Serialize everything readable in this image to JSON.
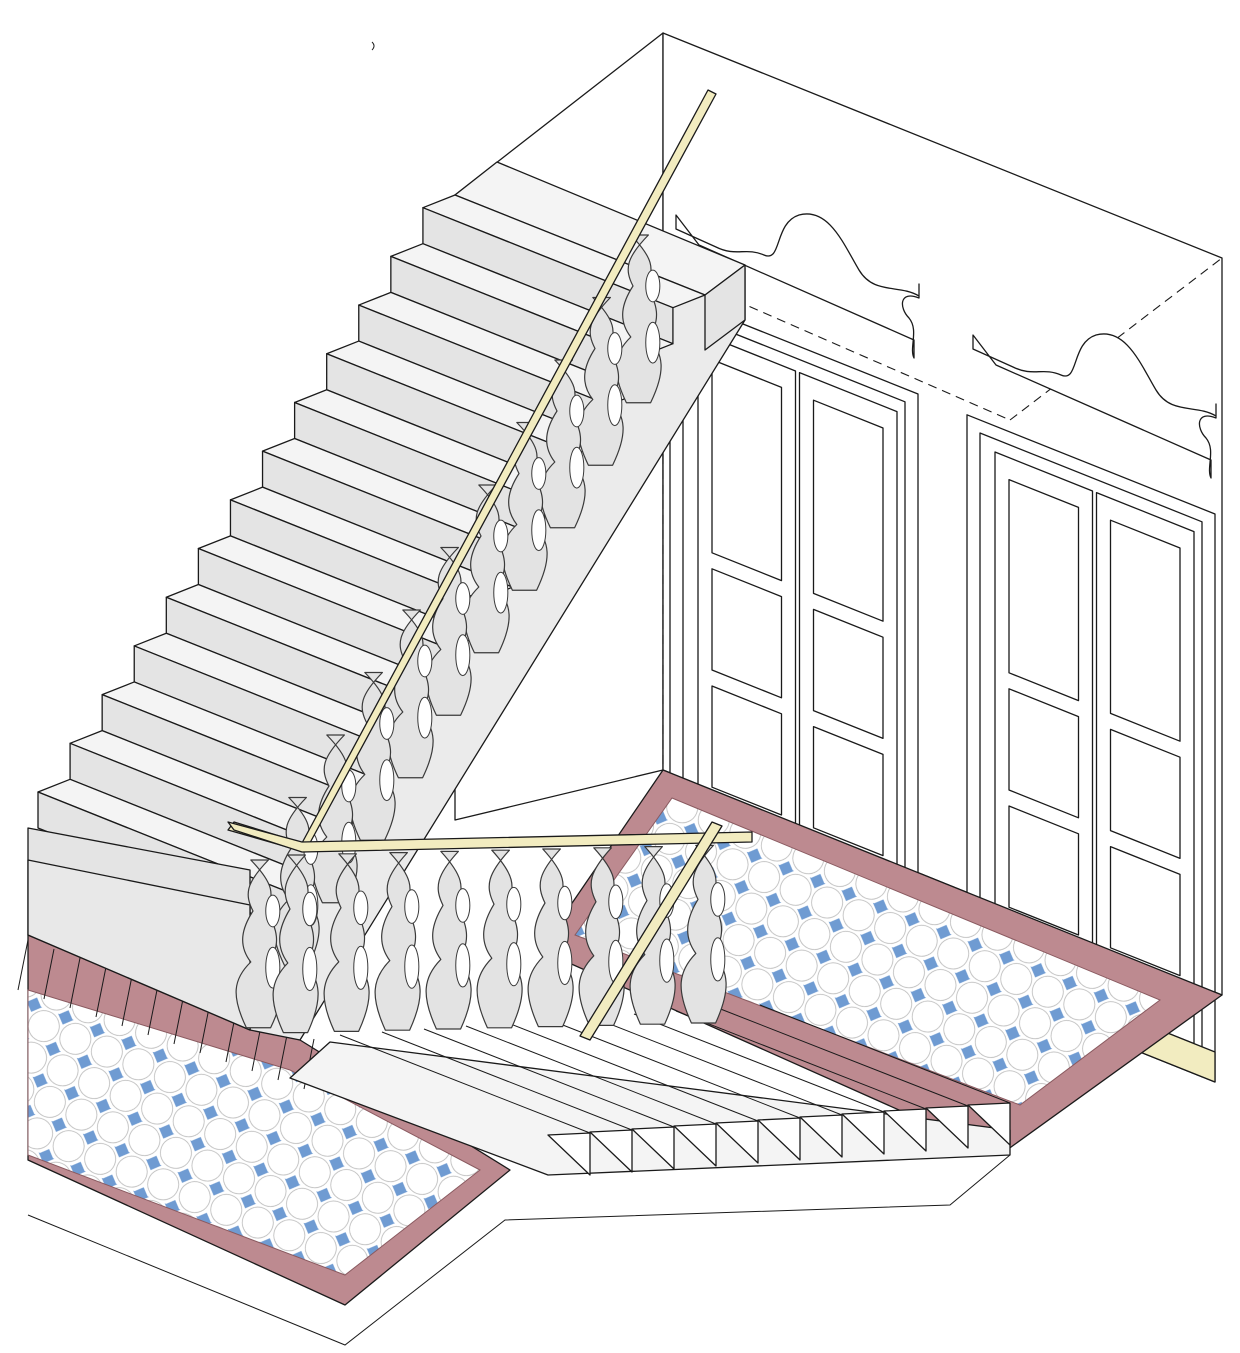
{
  "colors": {
    "background": "#ffffff",
    "outline": "#1a1a1a",
    "stair_light": "#f4f4f4",
    "stair_riser": "#e4e4e4",
    "stair_side": "#ebebeb",
    "handrail": "#f2ecc0",
    "baluster_fill": "#e3e3e3",
    "tile_border": "#bd8a90",
    "tile_white": "#ffffff",
    "tile_blue": "#6f9bd2",
    "door_fill": "#ffffff",
    "threshold": "#f2ecc0"
  },
  "scene": {
    "upper_flight_steps": 13,
    "lower_flight_steps": 11,
    "doors": 2,
    "door_panels_per_leaf": 3,
    "balusters_upper": 11,
    "balusters_landing": 9
  }
}
